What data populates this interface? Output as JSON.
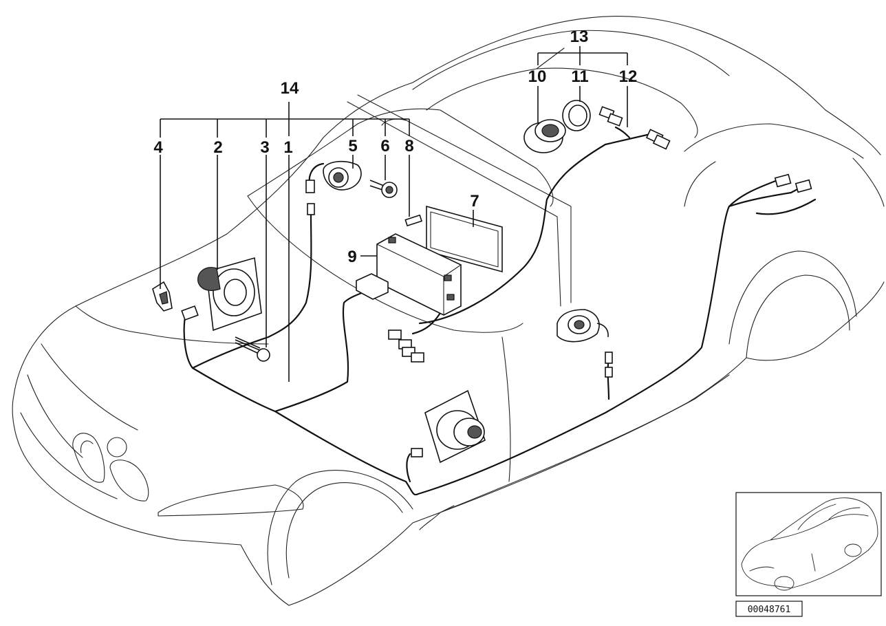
{
  "callouts": [
    {
      "id": "p1",
      "label": "1"
    },
    {
      "id": "p2",
      "label": "2"
    },
    {
      "id": "p3",
      "label": "3"
    },
    {
      "id": "p4",
      "label": "4"
    },
    {
      "id": "p5",
      "label": "5"
    },
    {
      "id": "p6",
      "label": "6"
    },
    {
      "id": "p7",
      "label": "7"
    },
    {
      "id": "p8",
      "label": "8"
    },
    {
      "id": "p9",
      "label": "9"
    },
    {
      "id": "p10",
      "label": "10"
    },
    {
      "id": "p11",
      "label": "11"
    },
    {
      "id": "p12",
      "label": "12"
    },
    {
      "id": "p13",
      "label": "13"
    },
    {
      "id": "p14",
      "label": "14"
    }
  ],
  "figure_code": "00048761"
}
